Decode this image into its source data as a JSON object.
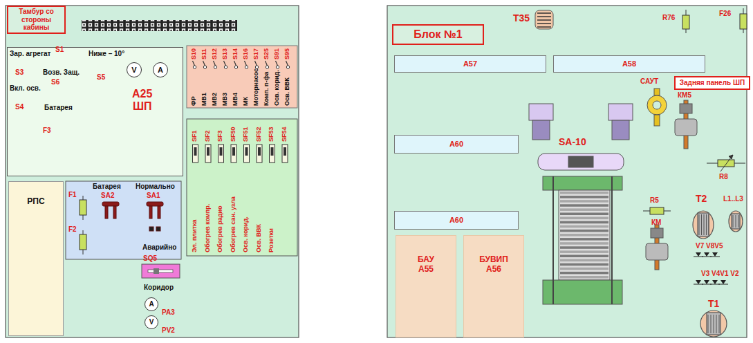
{
  "diagram": {
    "nodes": [
      {
        "text": [
          "Тамбур со стороны кабины"
        ]
      },
      {
        "text": [
          "А25 ШП"
        ]
      },
      {
        "text": [
          "V"
        ],
        "in": 1
      },
      {
        "text": [
          "A"
        ],
        "in": 1
      },
      {
        "text": [
          "РПС"
        ]
      },
      {
        "text": [
          "A"
        ]
      },
      {
        "text": [
          "V"
        ]
      },
      {
        "text": [
          "Блок №1"
        ]
      },
      {
        "text": [
          "А57"
        ]
      },
      {
        "text": [
          "А58"
        ]
      },
      {
        "text": [
          "Задняя панель ШП"
        ]
      },
      {
        "text": [
          "А60"
        ]
      },
      {
        "text": [
          "А60"
        ]
      },
      {
        "text": [
          "БАУ А55"
        ]
      },
      {
        "text": [
          "БУВИП А56"
        ]
      }
    ],
    "labels": [
      "Зар. агрегат",
      "S1",
      "Ниже – 10°",
      "S3",
      "Возв. Защ.",
      "S5",
      "S6",
      "Вкл. осв.",
      "S4",
      "Батарея",
      "F3",
      "S10",
      "S11",
      "S12",
      "S13",
      "S14",
      "S16",
      "S17",
      "S25",
      "S91",
      "S95",
      "ФР",
      "МВ1",
      "МВ2",
      "МВ3",
      "МВ4",
      "МК",
      "Моторнасос",
      "Комп. п-фа",
      "Осв. корид.",
      "Осв. ВВК",
      "SF1",
      "SF2",
      "SF3",
      "SF50",
      "SF51",
      "SF52",
      "SF53",
      "SF54",
      "Эл. плитка",
      "Обогрев компр.",
      "Обогрев радио",
      "Обогрев сан. узла",
      "Осв. корид.",
      "Осв. ВВК",
      "Розетки",
      "Батарея",
      "Нормально",
      "SA2",
      "SA1",
      "F1",
      "F2",
      "Аварийно",
      "SQ5",
      "Коридор",
      "PA3",
      "PV2",
      "Т35",
      "R76",
      "F26",
      "САУТ",
      "КМ5",
      "SA-10",
      "R5",
      "КМ",
      "R8",
      "Т2",
      "L1..L3",
      "V7 V8V5",
      "V3 V4V1 V2",
      "Т1"
    ]
  }
}
